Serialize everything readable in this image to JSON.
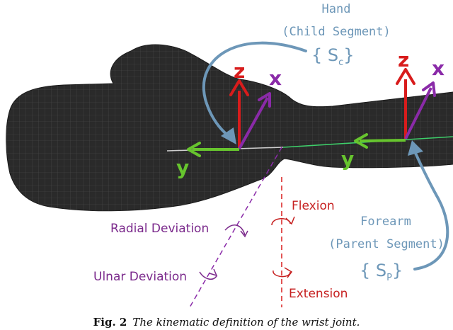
{
  "colors": {
    "hand": "#2b2b2b",
    "mesh": "#5a5a5a",
    "z_axis": "#d81c1c",
    "x_axis": "#8a2aa8",
    "y_axis": "#67c52e",
    "label_blue": "#6d97b8",
    "flexion_red": "#c62020",
    "deviation_purple": "#7b2a8c"
  },
  "hand_label": {
    "line1": "Hand",
    "line2": "(Child Segment)",
    "set_symbol": "{ S",
    "set_sub": "c",
    "set_close": "}"
  },
  "forearm_label": {
    "line1": "Forearm",
    "line2": "(Parent Segment)",
    "set_symbol": "{ S",
    "set_sub": "P",
    "set_close": "}"
  },
  "axes": {
    "child": {
      "z": "z",
      "x": "x",
      "y": "y"
    },
    "parent": {
      "z": "z",
      "x": "x",
      "y": "y"
    }
  },
  "motions": {
    "radial_deviation": "Radial Deviation",
    "ulnar_deviation": "Ulnar Deviation",
    "flexion": "Flexion",
    "extension": "Extension"
  },
  "caption": {
    "fig": "Fig. 2",
    "text": "The kinematic definition of the wrist joint."
  }
}
